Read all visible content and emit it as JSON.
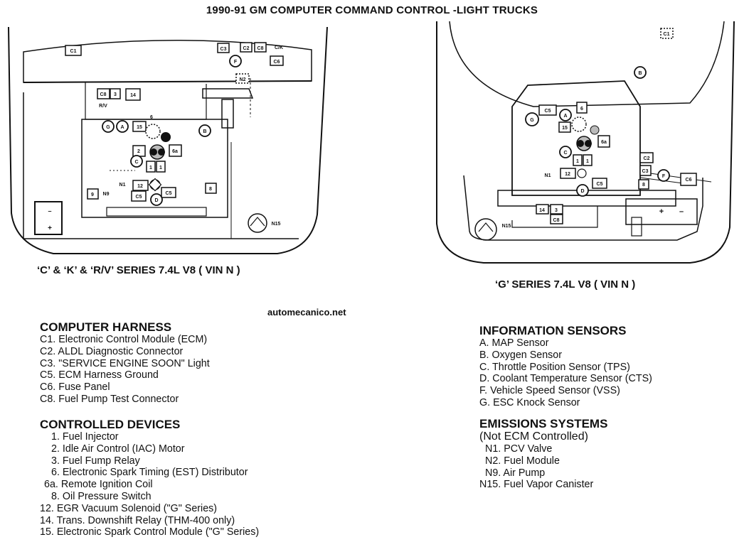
{
  "title": "1990-91 GM COMPUTER COMMAND CONTROL -LIGHT TRUCKS",
  "website": "automecanico.net",
  "diagrams": {
    "left": {
      "caption": "‘C’ & ‘K’ & ‘R/V’ SERIES 7.4L V8 ( VIN N )",
      "labels": {
        "c1": "C1",
        "c3": "C3",
        "c2": "C2",
        "c8_top": "C8",
        "ck": "C/K",
        "f": "F",
        "c6": "C6",
        "n2": "N2",
        "c8": "C8",
        "n3": "3",
        "n14": "14",
        "rv": "R/V",
        "n6": "6",
        "g": "G",
        "a": "A",
        "n15": "15",
        "b": "B",
        "n2b": "2",
        "n6a": "6a",
        "c": "C",
        "n1a": "1",
        "n1b": "1",
        "n12": "12",
        "n1": "N1",
        "n8": "8",
        "n9": "9",
        "n9lbl": "N9",
        "c5a": "C5",
        "c5b": "C5",
        "d": "D",
        "n15can": "N15",
        "minus": "–",
        "plus": "+"
      }
    },
    "right": {
      "caption": "‘G’ SERIES 7.4L V8 ( VIN N )",
      "labels": {
        "c1": "C1",
        "b": "B",
        "c5": "C5",
        "g": "G",
        "a": "A",
        "n6": "6",
        "n15": "15",
        "n6a": "6a",
        "c": "C",
        "n1a": "1",
        "n1b": "1",
        "n12": "12",
        "n1": "N1",
        "c2": "C2",
        "c3": "C3",
        "f": "F",
        "c6": "C6",
        "n8": "8",
        "c5b": "C5",
        "d": "D",
        "n14": "14",
        "n3": "3",
        "c8": "C8",
        "n15can": "N15",
        "plus": "+",
        "minus": "–"
      }
    }
  },
  "legend": {
    "computer_harness": {
      "heading": "COMPUTER HARNESS",
      "items": [
        "C1. Electronic Control Module (ECM)",
        "C2. ALDL Diagnostic Connector",
        "C3. \"SERVICE ENGINE SOON\" Light",
        "C5. ECM Harness Ground",
        "C6. Fuse Panel",
        "C8. Fuel Pump Test Connector"
      ]
    },
    "controlled_devices": {
      "heading": "CONTROLLED DEVICES",
      "items": [
        "1. Fuel Injector",
        "2. Idle Air Control (IAC) Motor",
        "3. Fuel Fump Relay",
        "6. Electronic Spark Timing (EST) Distributor",
        "6a. Remote Ignition Coil",
        "8. Oil Pressure Switch",
        "12. EGR Vacuum Solenoid (\"G\" Series)",
        "14. Trans. Downshift Relay (THM-400 only)",
        "15. Electronic Spark Control Module (\"G\" Series)"
      ]
    },
    "information_sensors": {
      "heading": "INFORMATION SENSORS",
      "items": [
        "A. MAP Sensor",
        "B. Oxygen Sensor",
        "C. Throttle Position Sensor (TPS)",
        "D. Coolant Temperature Sensor (CTS)",
        "F. Vehicle Speed Sensor (VSS)",
        "G. ESC Knock Sensor"
      ]
    },
    "emissions_systems": {
      "heading": "EMISSIONS SYSTEMS",
      "subheading": "(Not ECM Controlled)",
      "items": [
        "N1. PCV Valve",
        "N2. Fuel Module",
        "N9. Air Pump",
        "N15. Fuel Vapor Canister"
      ]
    }
  }
}
